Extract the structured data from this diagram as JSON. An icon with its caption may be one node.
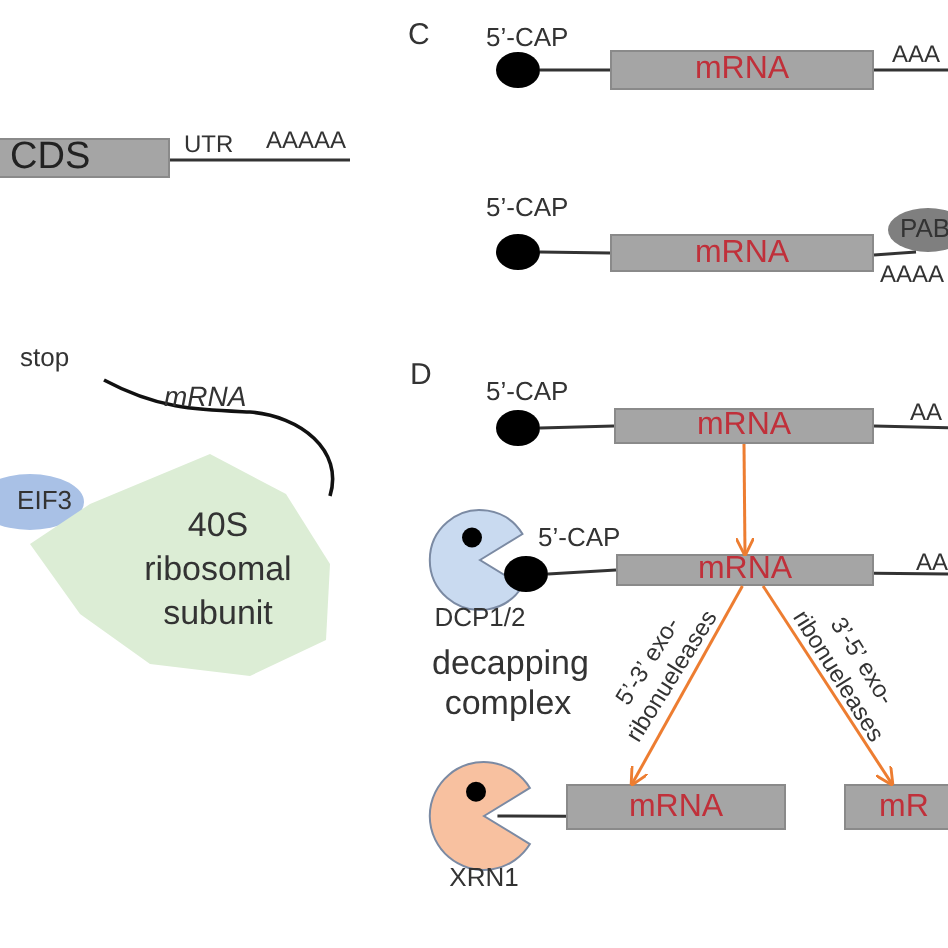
{
  "diagram": {
    "nodes": [
      {
        "text": [
          "CDS"
        ]
      },
      {
        "text": [
          "EIF3"
        ]
      },
      {
        "text": [
          "40S ribosomal subunit"
        ]
      },
      {
        "text": [
          "mRNA"
        ]
      },
      {
        "text": [
          "mRNA"
        ]
      },
      {
        "text": [
          "PAB"
        ]
      },
      {
        "text": [
          "mRNA"
        ]
      },
      {
        "text": [
          "DCP1/2"
        ],
        "beside": [
          "decapping complex"
        ]
      },
      {
        "text": [
          "mRNA"
        ]
      },
      {
        "text": [
          "XRN1"
        ]
      },
      {
        "text": [
          "mRNA"
        ]
      },
      {
        "text": [
          "mR"
        ]
      },
      {
        "text": [],
        "shape": "circle"
      },
      {
        "text": [],
        "shape": "circle"
      },
      {
        "text": [],
        "shape": "circle"
      },
      {
        "text": [],
        "shape": "circle"
      },
      {
        "text": [
          "AAAAA"
        ]
      },
      {
        "text": [
          "AAA"
        ]
      },
      {
        "text": [
          "AA"
        ]
      },
      {
        "text": [
          "AA"
        ]
      }
    ],
    "edges": [
      {
        "from": 6,
        "to": 8,
        "arrow": "to",
        "color": "#ed7d31"
      },
      {
        "from": 8,
        "to": 10,
        "arrow": "to",
        "label": "5’-3’ exo- ribonueleases",
        "color": "#ed7d31"
      },
      {
        "from": 8,
        "to": 11,
        "arrow": "to",
        "label": "3’-5’ exo- ribonueleases",
        "color": "#ed7d31"
      },
      {
        "from": 0,
        "to": 16,
        "arrow": "none"
      },
      {
        "from": 12,
        "to": 3,
        "arrow": "none"
      },
      {
        "from": 3,
        "to": 17,
        "arrow": "none"
      },
      {
        "from": 13,
        "to": 4,
        "arrow": "none"
      },
      {
        "from": 4,
        "to": 5,
        "arrow": "none"
      },
      {
        "from": 14,
        "to": 6,
        "arrow": "none"
      },
      {
        "from": 6,
        "to": 18,
        "arrow": "none"
      },
      {
        "from": 15,
        "to": 8,
        "arrow": "none"
      },
      {
        "from": 8,
        "to": 19,
        "arrow": "none"
      },
      {
        "from": 9,
        "to": 10,
        "arrow": "none"
      }
    ],
    "labels": [
      "C",
      "UTR",
      "5’-CAP",
      "5’-CAP",
      "AAAA",
      "stop",
      "D",
      "mRNA",
      "5’-CAP",
      "5’-CAP"
    ]
  }
}
